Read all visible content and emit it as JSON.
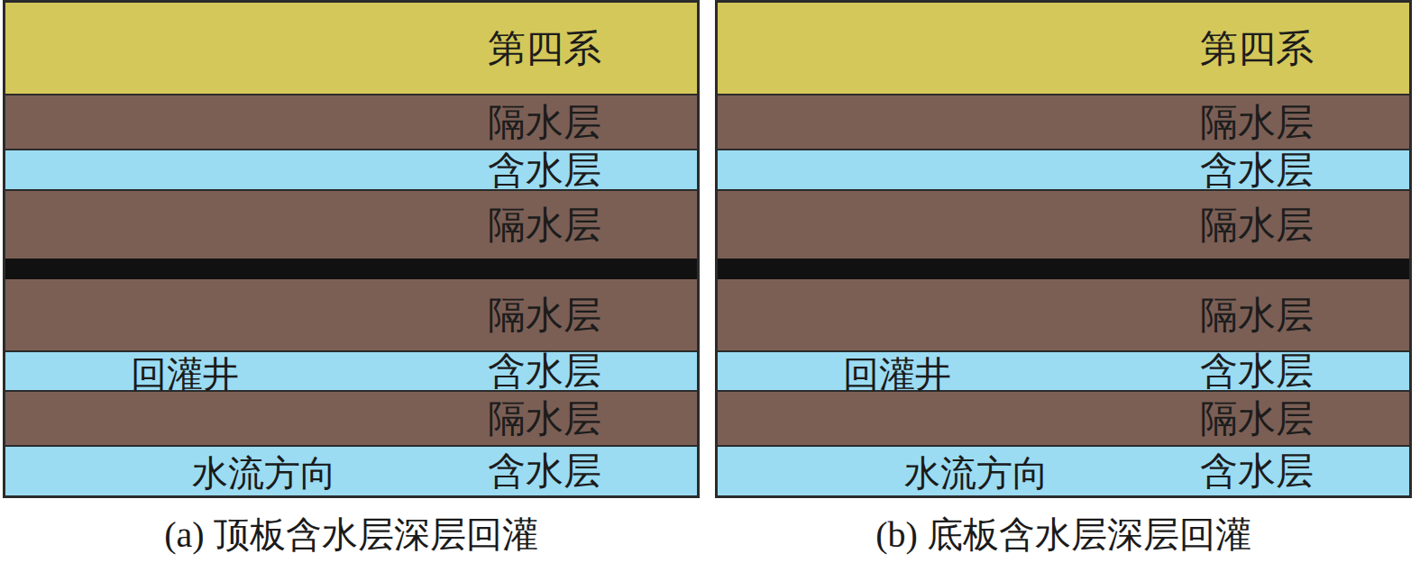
{
  "diagram": {
    "nodes": [
      {
        "text": [
          "(a) 顶板含水层深层回灌"
        ]
      },
      {
        "text": [
          "第四系"
        ],
        "in": 0
      },
      {
        "text": [
          "隔水层"
        ],
        "in": 0
      },
      {
        "text": [
          "含水层"
        ],
        "in": 0
      },
      {
        "text": [
          "隔水层"
        ],
        "in": 0
      },
      {
        "text": [
          "隔水层"
        ],
        "in": 0
      },
      {
        "text": [
          "含水层"
        ],
        "in": 0
      },
      {
        "text": [
          "隔水层"
        ],
        "in": 0
      },
      {
        "text": [
          "含水层"
        ],
        "in": 0
      },
      {
        "text": [
          "(b) 底板含水层深层回灌"
        ]
      },
      {
        "text": [
          "第四系"
        ],
        "in": 9
      },
      {
        "text": [
          "隔水层"
        ],
        "in": 9
      },
      {
        "text": [
          "含水层"
        ],
        "in": 9
      },
      {
        "text": [
          "隔水层"
        ],
        "in": 9
      },
      {
        "text": [
          "隔水层"
        ],
        "in": 9
      },
      {
        "text": [
          "含水层"
        ],
        "in": 9
      },
      {
        "text": [
          "隔水层"
        ],
        "in": 9
      },
      {
        "text": [
          "含水层"
        ],
        "in": 9
      }
    ],
    "edges": [
      {
        "from": 3,
        "to": 8,
        "arrow": "to"
      },
      {
        "from": 15,
        "to": 17,
        "arrow": "to"
      }
    ],
    "labels": [
      "回灌井",
      "水流方向",
      "回灌井",
      "水流方向"
    ]
  }
}
